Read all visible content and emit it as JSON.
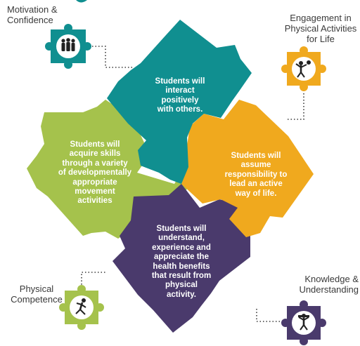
{
  "colors": {
    "teal": "#108f90",
    "green": "#a5c24c",
    "orange": "#f0a91e",
    "purple": "#4a3a6c",
    "label_text": "#3a3a3a",
    "dots": "#3a3a3a"
  },
  "pieces": {
    "teal": "Students will\ninteract\npositively\nwith others.",
    "green": "Students will\nacquire skills\nthrough a variety\nof developmentally\nappropriate\nmovement\nactivities",
    "orange": "Students will\nassume\nresponsibility to\nlead an active\nway of life.",
    "purple": "Students will\nunderstand,\nexperience and\nappreciate the\nhealth benefits\nthat result from\nphysical\nactivity."
  },
  "outcomes": {
    "motivation": {
      "label": "Motivation &\nConfidence",
      "icon": "group-people-icon"
    },
    "engagement": {
      "label": "Engagement in\nPhysical Activities\nfor Life",
      "icon": "person-with-ball-icon"
    },
    "physical_competence": {
      "label": "Physical\nCompetence",
      "icon": "running-person-icon"
    },
    "knowledge": {
      "label": "Knowledge &\nUnderstanding",
      "icon": "person-with-book-icon"
    }
  }
}
